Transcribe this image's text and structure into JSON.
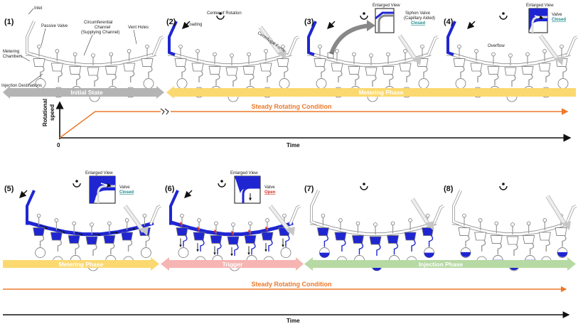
{
  "panels": [
    {
      "num": "(1)",
      "labels": {
        "inlet": "Inlet",
        "passive_valve": "Passive Valve",
        "channel_1": "Circumferential",
        "channel_2": "Channel",
        "channel_3": "(Supplying Channel)",
        "vent_holes": "Vent Holes",
        "metering_1": "Metering",
        "metering_2": "Chambers",
        "injection": "Injection Destinations"
      }
    },
    {
      "num": "(2)",
      "labels": {
        "loading": "Loading",
        "center": "Center of Rotation",
        "centrifugal": "Centrifugal Force"
      }
    },
    {
      "num": "(3)",
      "labels": {
        "enlarged": "Enlarged View",
        "siphon_1": "Siphon Valve",
        "siphon_2": "(Capillary Aided)",
        "state": "Closed"
      }
    },
    {
      "num": "(4)",
      "labels": {
        "enlarged": "Enlarged View",
        "valve": "Valve",
        "state": "Closed",
        "overflow": "Overflow"
      }
    },
    {
      "num": "(5)",
      "labels": {
        "enlarged": "Enlarged View",
        "valve": "Valve",
        "state": "Closed"
      }
    },
    {
      "num": "(6)",
      "labels": {
        "enlarged": "Enlarged View",
        "valve": "Valve",
        "state": "Open"
      }
    },
    {
      "num": "(7)",
      "labels": {}
    },
    {
      "num": "(8)",
      "labels": {}
    }
  ],
  "phases_top": {
    "initial": "Initial State",
    "metering": "Metering Phase"
  },
  "phases_bottom": {
    "metering": "Metering Phase",
    "trigger": "Trigger",
    "injection": "Injection Phase"
  },
  "speed_plot": {
    "ylabel_1": "Rotational",
    "ylabel_2": "speed",
    "origin": "0",
    "xlabel": "Time",
    "steady": "Steady Rotating Condition"
  },
  "bottom_timeline": {
    "steady": "Steady Rotating Condition",
    "xlabel": "Time"
  },
  "colors": {
    "fluid": "#1f26d1",
    "arrow_gray": "#b4b4b4",
    "arrow_yellow": "#fbd970",
    "arrow_pink": "#f6b4b2",
    "arrow_green": "#b7d9a4",
    "orange": "#ec7a2c",
    "closed": "#1a8a8a",
    "open": "#d62d20"
  },
  "icons": [
    "rotation-center-icon",
    "loading-arrow-icon",
    "centrifugal-force-arrow",
    "zoom-arrow-icon"
  ]
}
